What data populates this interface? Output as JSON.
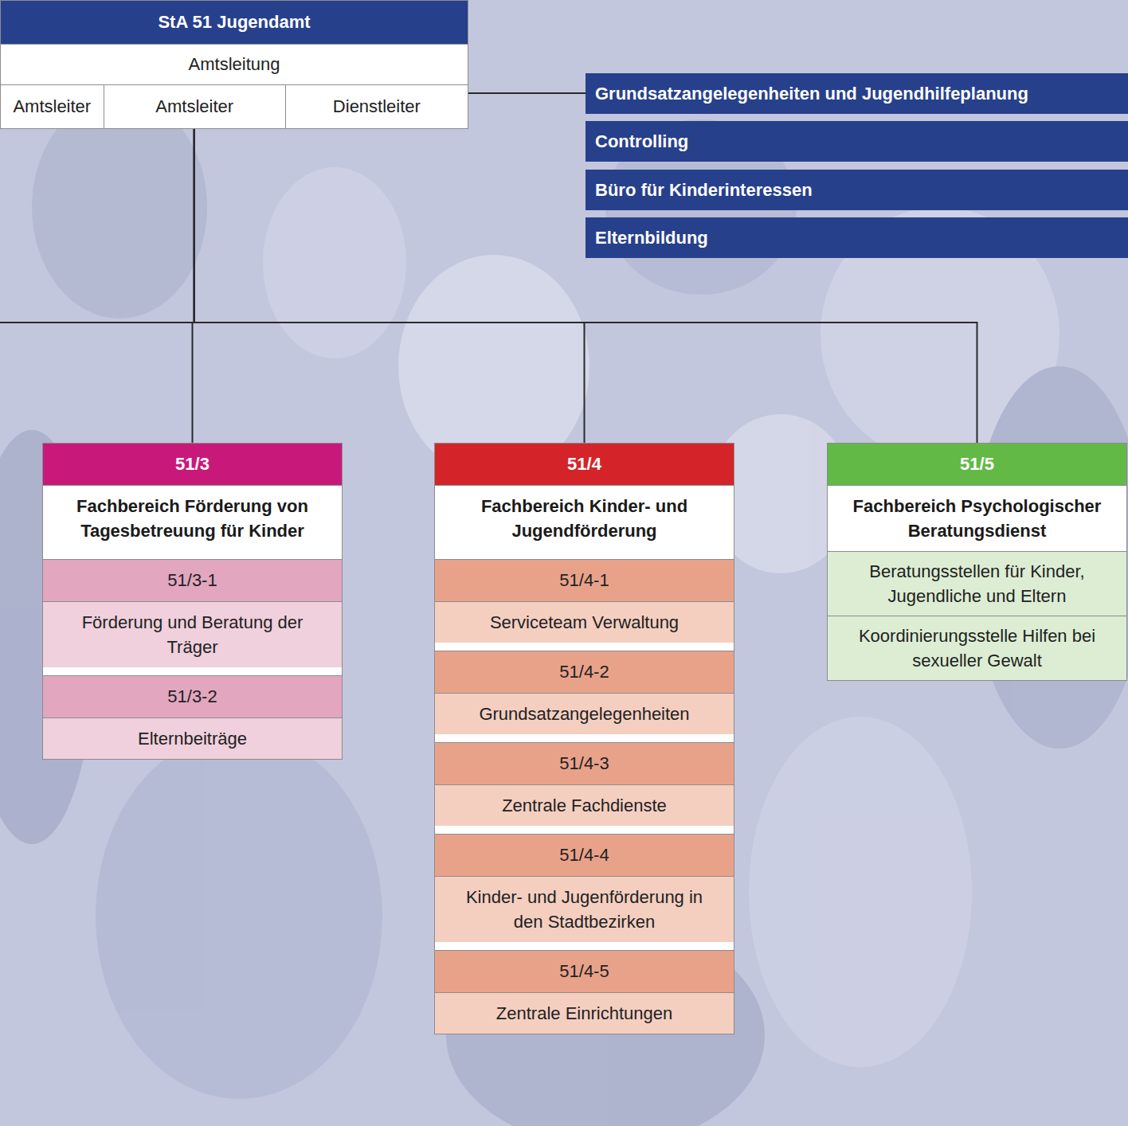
{
  "diagram": {
    "nodes": [
      {
        "text": [
          "StA 51 Jugendamt",
          "Amtsleitung"
        ]
      },
      {
        "text": [
          "Amtsleiter"
        ],
        "in": 0
      },
      {
        "text": [
          "Amtsleiter"
        ],
        "in": 0
      },
      {
        "text": [
          "Dienstleiter"
        ],
        "in": 0
      },
      {
        "text": [
          "Grundsatzangelegenheiten und Jugendhilfeplanung"
        ]
      },
      {
        "text": [
          "Controlling"
        ]
      },
      {
        "text": [
          "Büro für Kinderinteressen"
        ]
      },
      {
        "text": [
          "Elternbildung"
        ]
      },
      {
        "text": [
          "51/3",
          "Fachbereich Förderung von Tagesbetreuung für Kinder"
        ]
      },
      {
        "text": [
          "51/3-1",
          "Förderung und Beratung der Träger"
        ],
        "in": 8
      },
      {
        "text": [
          "51/3-2",
          "Elternbeiträge"
        ],
        "in": 8
      },
      {
        "text": [
          "51/4",
          "Fachbereich Kinder- und Jugendförderung"
        ]
      },
      {
        "text": [
          "51/4-1",
          "Serviceteam Verwaltung"
        ],
        "in": 11
      },
      {
        "text": [
          "51/4-2",
          "Grundsatzangelegenheiten"
        ],
        "in": 11
      },
      {
        "text": [
          "51/4-3",
          "Zentrale Fachdienste"
        ],
        "in": 11
      },
      {
        "text": [
          "51/4-4",
          "Kinder- und Jugenförderung in den Stadtbezirken"
        ],
        "in": 11
      },
      {
        "text": [
          "51/4-5",
          "Zentrale Einrichtungen"
        ],
        "in": 11
      },
      {
        "text": [
          "51/5",
          "Fachbereich Psychologischer Beratungsdienst"
        ]
      },
      {
        "text": [
          "Beratungsstellen für Kinder, Jugendliche und Eltern"
        ],
        "in": 17
      },
      {
        "text": [
          "Koordinierungsstelle Hilfen bei sexueller Gewalt"
        ],
        "in": 17
      }
    ],
    "edges": [
      {
        "from": 3,
        "to": 4,
        "arrow": "none"
      },
      {
        "from": 2,
        "to": 8,
        "arrow": "none"
      },
      {
        "from": 2,
        "to": 11,
        "arrow": "none"
      },
      {
        "from": 2,
        "to": 17,
        "arrow": "none"
      }
    ]
  }
}
